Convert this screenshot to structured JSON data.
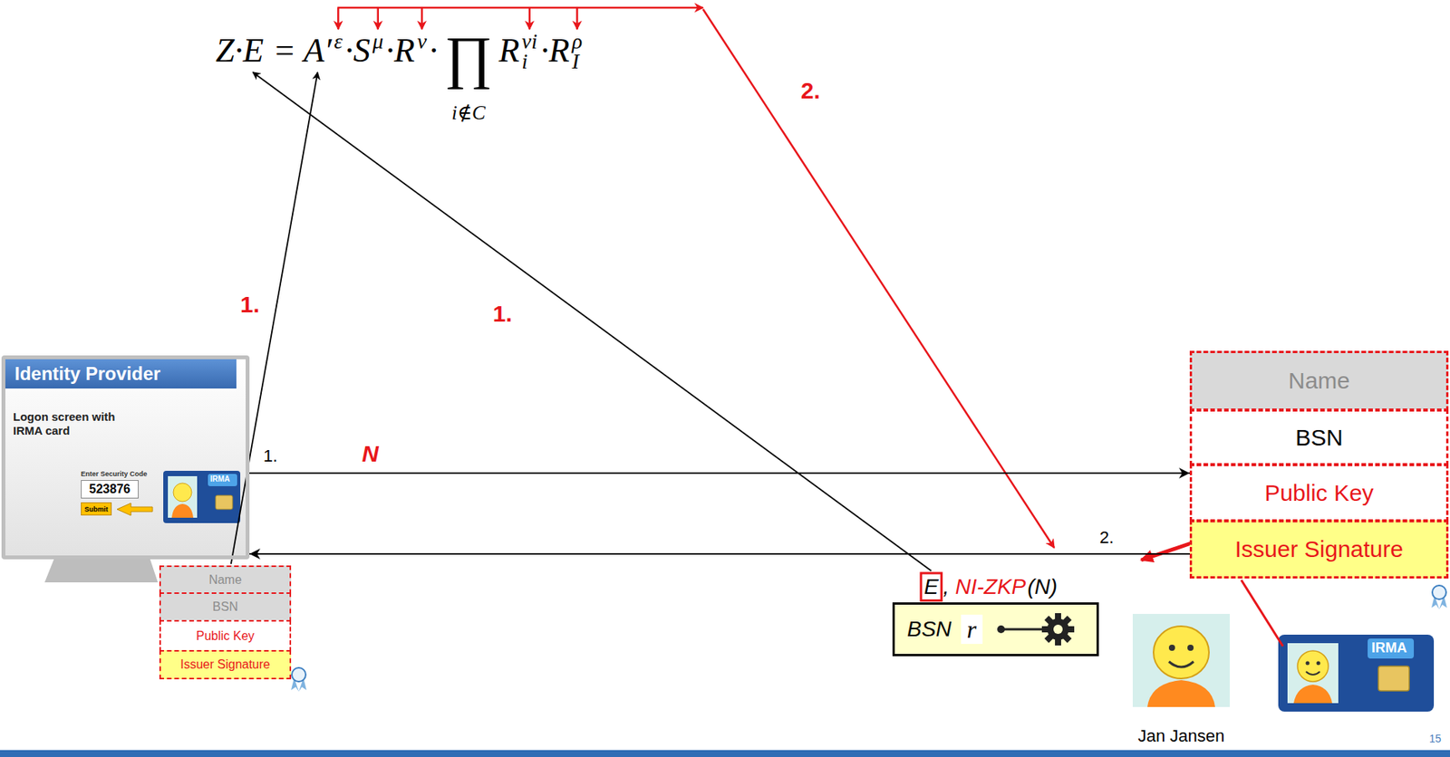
{
  "diagram": {
    "nodes": [
      {
        "text": [
          "Identity Provider",
          "Logon screen with IRMA card"
        ]
      },
      {
        "text": [
          "523876"
        ],
        "in": 0
      },
      {
        "text": [
          "Submit"
        ],
        "in": 0
      },
      {
        "text": [
          "Name"
        ]
      },
      {
        "text": [
          "BSN"
        ]
      },
      {
        "text": [
          "Public Key"
        ]
      },
      {
        "text": [
          "Issuer Signature"
        ]
      },
      {
        "text": [
          "Name"
        ]
      },
      {
        "text": [
          "BSN"
        ]
      },
      {
        "text": [
          "Public Key"
        ]
      },
      {
        "text": [
          "Issuer Signature"
        ]
      },
      {
        "text": [
          "BSN",
          "r"
        ]
      }
    ],
    "edges": [
      {
        "from": 0,
        "to": 9,
        "arrow": "to",
        "label": "N"
      },
      {
        "from": 10,
        "to": 0,
        "arrow": "to"
      }
    ],
    "labels": [
      "Z·E",
      "=",
      "A′",
      "ε",
      "·S",
      "μ",
      "·R",
      "ν",
      "·",
      "∏",
      "i∉C",
      "R",
      "i",
      "νi",
      "·R",
      "I",
      "ρ",
      "1.",
      "1.",
      "2.",
      "1.",
      "2.",
      "E",
      ",",
      "NI-ZKP",
      "(N)",
      "Enter Security Code",
      "IRMA",
      "IRMA",
      "Jan Jansen",
      "15"
    ]
  }
}
